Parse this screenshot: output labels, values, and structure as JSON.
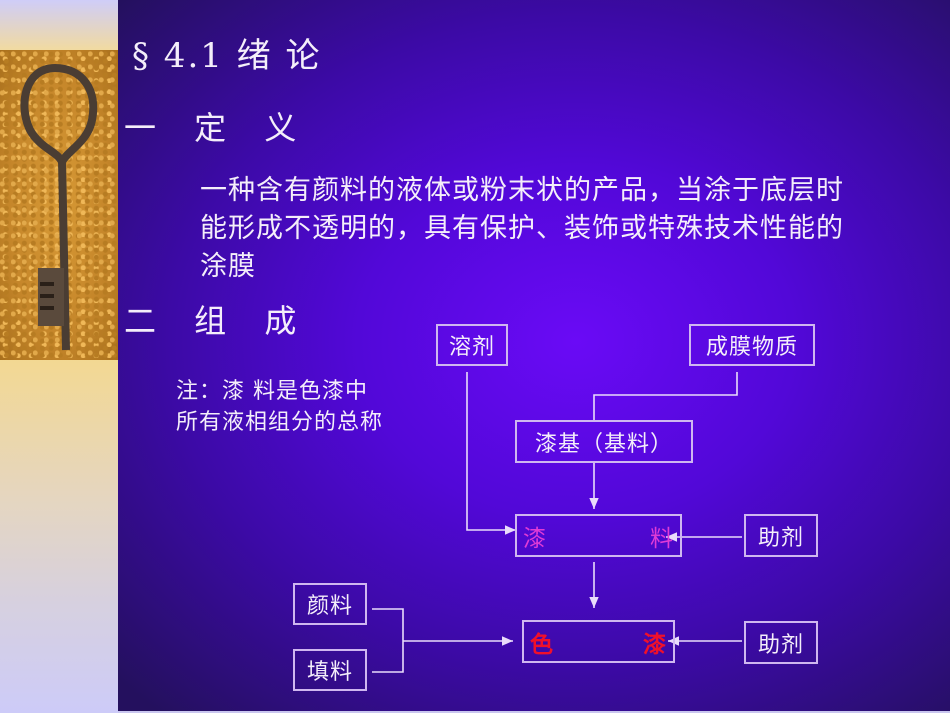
{
  "slide": {
    "title": "§ 4.1 绪 论",
    "section1": {
      "heading": "一 定 义",
      "body_lines": [
        "一种含有颜料的液体或粉末状的产品，当涂于底层时",
        "能形成不透明的，具有保护、装饰或特殊技术性能的",
        "涂膜"
      ]
    },
    "section2": {
      "heading": "二 组 成",
      "note_lines": [
        "注：漆 料是色漆中",
        "所有液相组分的总称"
      ]
    },
    "diagram": {
      "solvent": "溶剂",
      "film_former": "成膜物质",
      "base": "漆基（基料）",
      "vehicle": {
        "left": "漆",
        "right": "料"
      },
      "additive1": "助剂",
      "pigment": "颜料",
      "filler": "填料",
      "paint": {
        "left": "色",
        "right": "漆"
      },
      "additive2": "助剂"
    },
    "colors": {
      "background_center": "#6a0af6",
      "background_edge": "#24105e",
      "text": "#f4eefa",
      "box_border": "#cfb7f0",
      "vehicle_text": "#e03bd6",
      "paint_text": "#f0102a"
    }
  }
}
